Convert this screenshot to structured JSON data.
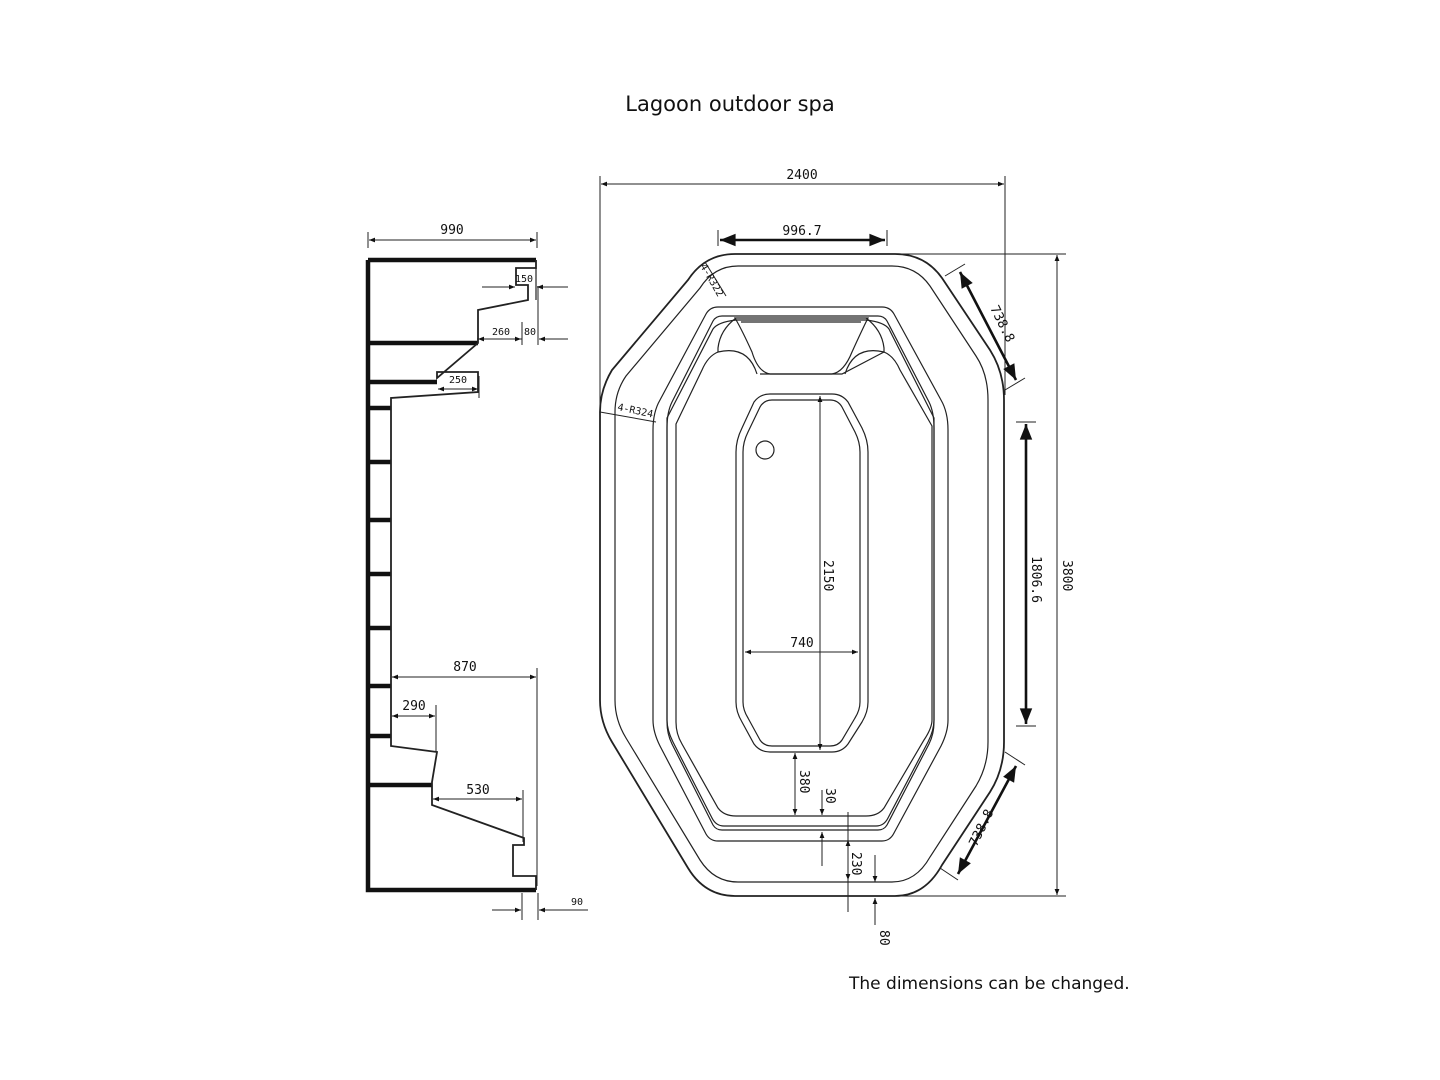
{
  "title": "Lagoon outdoor spa",
  "note": "The dimensions can be changed.",
  "plan_dimensions": {
    "overall_width": "2400",
    "top_flat": "996.7",
    "corner_radius_outer": "4-R322",
    "corner_radius_inner": "4-R324",
    "diagonal_top": "738.8",
    "diagonal_bottom": "738.8",
    "side_straight": "1806.6",
    "overall_length": "3800",
    "footwell_length": "2150",
    "footwell_width": "740",
    "gap_380": "380",
    "gap_30": "30",
    "gap_230": "230",
    "gap_80": "80"
  },
  "section_dimensions": {
    "top_width": "990",
    "lip_150": "150",
    "step_260": "260",
    "step_80": "80",
    "seat_250": "250",
    "bottom_870": "870",
    "seat_290": "290",
    "seat_530": "530",
    "foot_90": "90"
  }
}
